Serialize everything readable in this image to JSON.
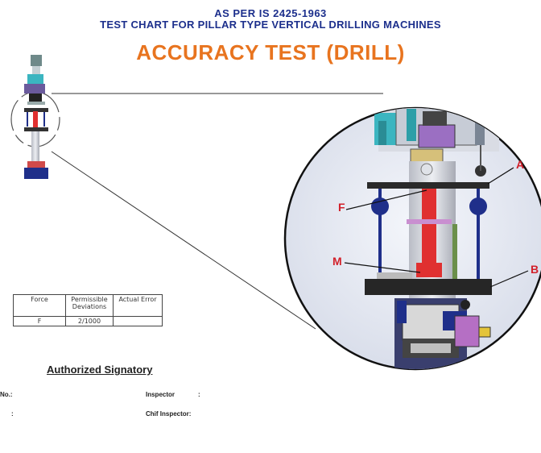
{
  "header": {
    "line1": "AS PER IS 2425-1963",
    "line2": "TEST CHART FOR PILLAR TYPE VERTICAL DRILLING MACHINES",
    "title": "ACCURACY TEST (DRILL)"
  },
  "drawing": {
    "labels": {
      "a": "A",
      "b": "B",
      "f": "F",
      "m": "M"
    },
    "colors": {
      "title_orange": "#e8741f",
      "header_blue": "#1c2f8c",
      "label_red": "#d2202a",
      "column_red": "#e03030",
      "post_navy": "#1f2f8a"
    }
  },
  "table": {
    "headers": [
      "Force",
      "Permissible Deviations",
      "Actual Error"
    ],
    "rows": [
      [
        "F",
        "2/1000",
        ""
      ]
    ]
  },
  "signatory": {
    "title": "Authorized Signatory",
    "no_label": "No.:",
    "colon": ":",
    "inspector_label": "Inspector",
    "inspector_colon": ":",
    "chief_inspector_label": "Chif Inspector:"
  }
}
